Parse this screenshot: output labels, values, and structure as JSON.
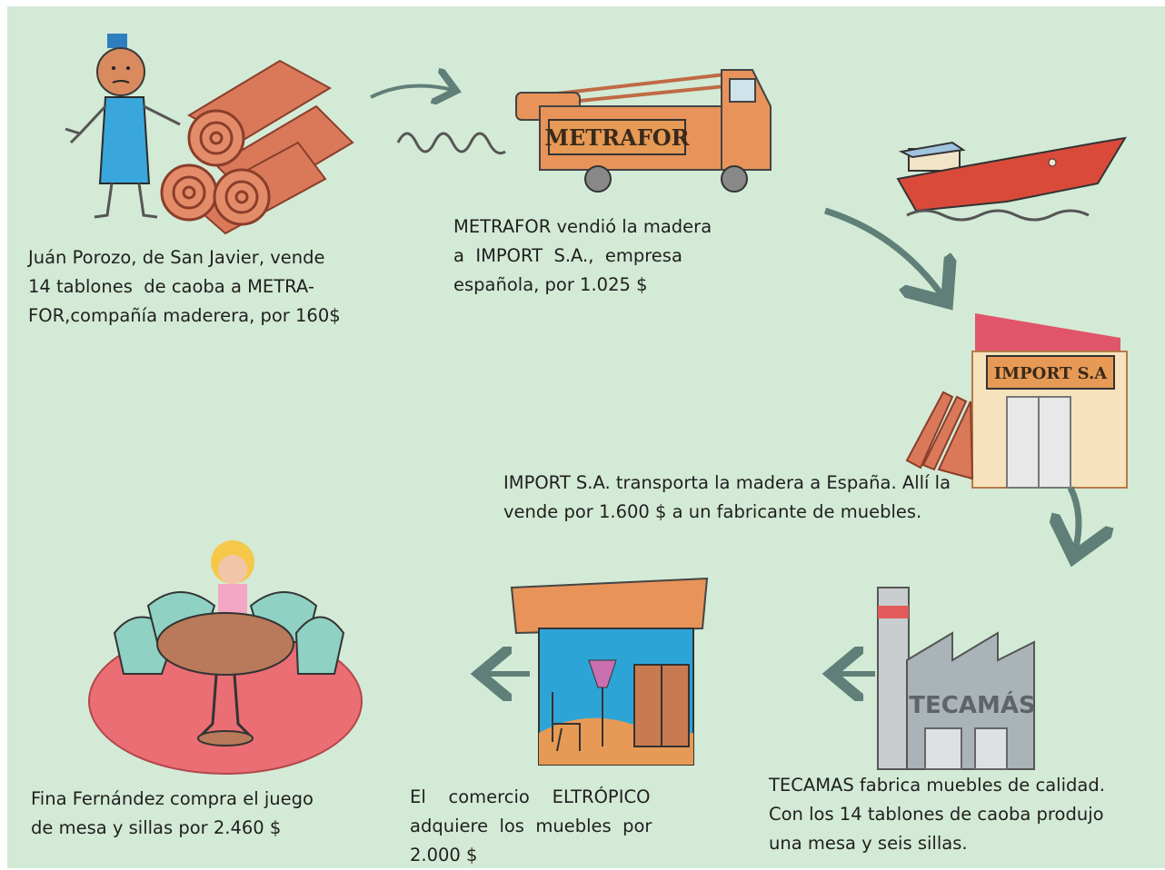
{
  "steps": [
    {
      "lines": [
        "Juán Porozo, de San Javier, vende",
        "14 tablones  de caoba a METRA-",
        "FOR,compañía maderera, por 160$"
      ]
    },
    {
      "lines": [
        "METRAFOR vendió la madera",
        "a  IMPORT  S.A.,  empresa",
        "española, por 1.025 $"
      ],
      "sign": "METRAFOR"
    },
    {
      "lines": [
        "IMPORT S.A. transporta la madera a España. Allí la",
        "vende por 1.600 $ a un fabricante de muebles."
      ],
      "sign": "IMPORT S.A"
    },
    {
      "lines": [
        "TECAMAS fabrica muebles de calidad.",
        "Con los 14 tablones de caoba produjo",
        "una mesa y seis sillas."
      ],
      "sign": "TECAMÁS"
    },
    {
      "lines": [
        "El    comercio    ELTRÓPICO",
        "adquiere  los  muebles  por",
        "2.000 $"
      ]
    },
    {
      "lines": [
        "Fina Fernández compra el juego",
        "de mesa y sillas por 2.460 $"
      ]
    }
  ],
  "colors": {
    "background": "#d3ead6",
    "wood": "#d9795a",
    "truck": "#e8935a",
    "ship": "#d94a3a",
    "sign": "#e69a55",
    "arrow": "#5f7f78",
    "factory": "#a9b3b8",
    "shop_blue": "#2da4d6",
    "rug": "#ea6e73",
    "shirt": "#3aa7dc"
  },
  "icons": [
    "logger-man-icon",
    "logs-icon",
    "truck-icon",
    "ship-icon",
    "warehouse-icon",
    "factory-icon",
    "shop-icon",
    "dining-set-icon"
  ]
}
